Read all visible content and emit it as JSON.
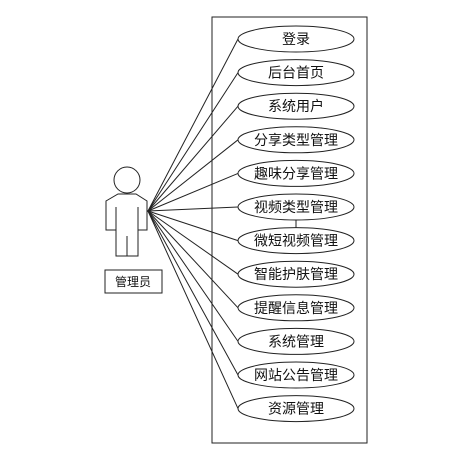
{
  "actor": {
    "label": "管理员"
  },
  "use_cases": [
    {
      "label": "登录"
    },
    {
      "label": "后台首页"
    },
    {
      "label": "系统用户"
    },
    {
      "label": "分享类型管理"
    },
    {
      "label": "趣味分享管理"
    },
    {
      "label": "视频类型管理"
    },
    {
      "label": "微短视频管理"
    },
    {
      "label": "智能护肤管理"
    },
    {
      "label": "提醒信息管理"
    },
    {
      "label": "系统管理"
    },
    {
      "label": "网站公告管理"
    },
    {
      "label": "资源管理"
    }
  ]
}
